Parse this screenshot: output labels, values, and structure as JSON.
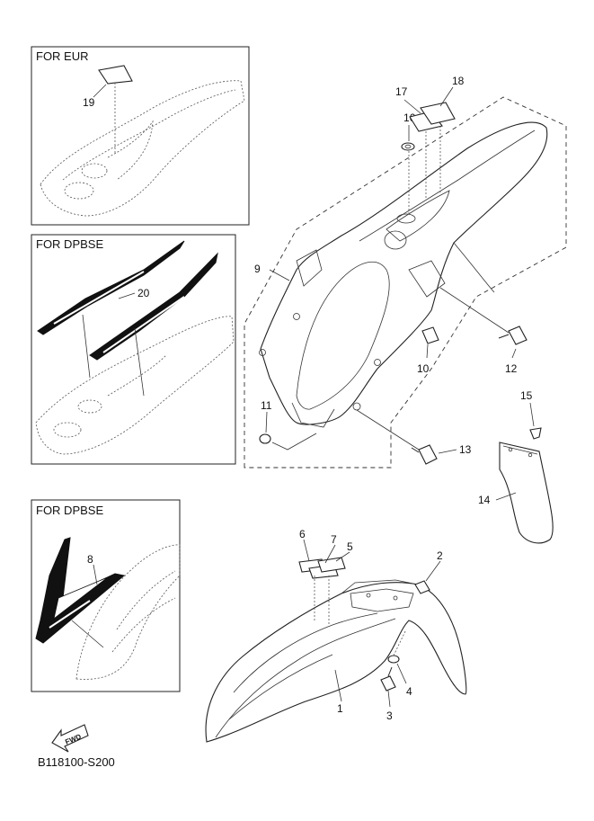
{
  "boxes": {
    "eur_title": "FOR EUR",
    "dpbse_decal_title": "FOR DPBSE",
    "dpbse_front_title": "FOR DPBSE"
  },
  "callouts": {
    "c1": "1",
    "c2": "2",
    "c3": "3",
    "c4": "4",
    "c5": "5",
    "c6": "6",
    "c7": "7",
    "c8": "8",
    "c9": "9",
    "c10": "10",
    "c11": "11",
    "c12": "12",
    "c13": "13",
    "c14": "14",
    "c15": "15",
    "c16": "16",
    "c17": "17",
    "c18": "18",
    "c19": "19",
    "c20": "20"
  },
  "fwd_label": "FWD",
  "diagram_code": "B118100-S200",
  "colors": {
    "line": "#222222",
    "fill": "#ffffff",
    "decal": "#111111"
  }
}
